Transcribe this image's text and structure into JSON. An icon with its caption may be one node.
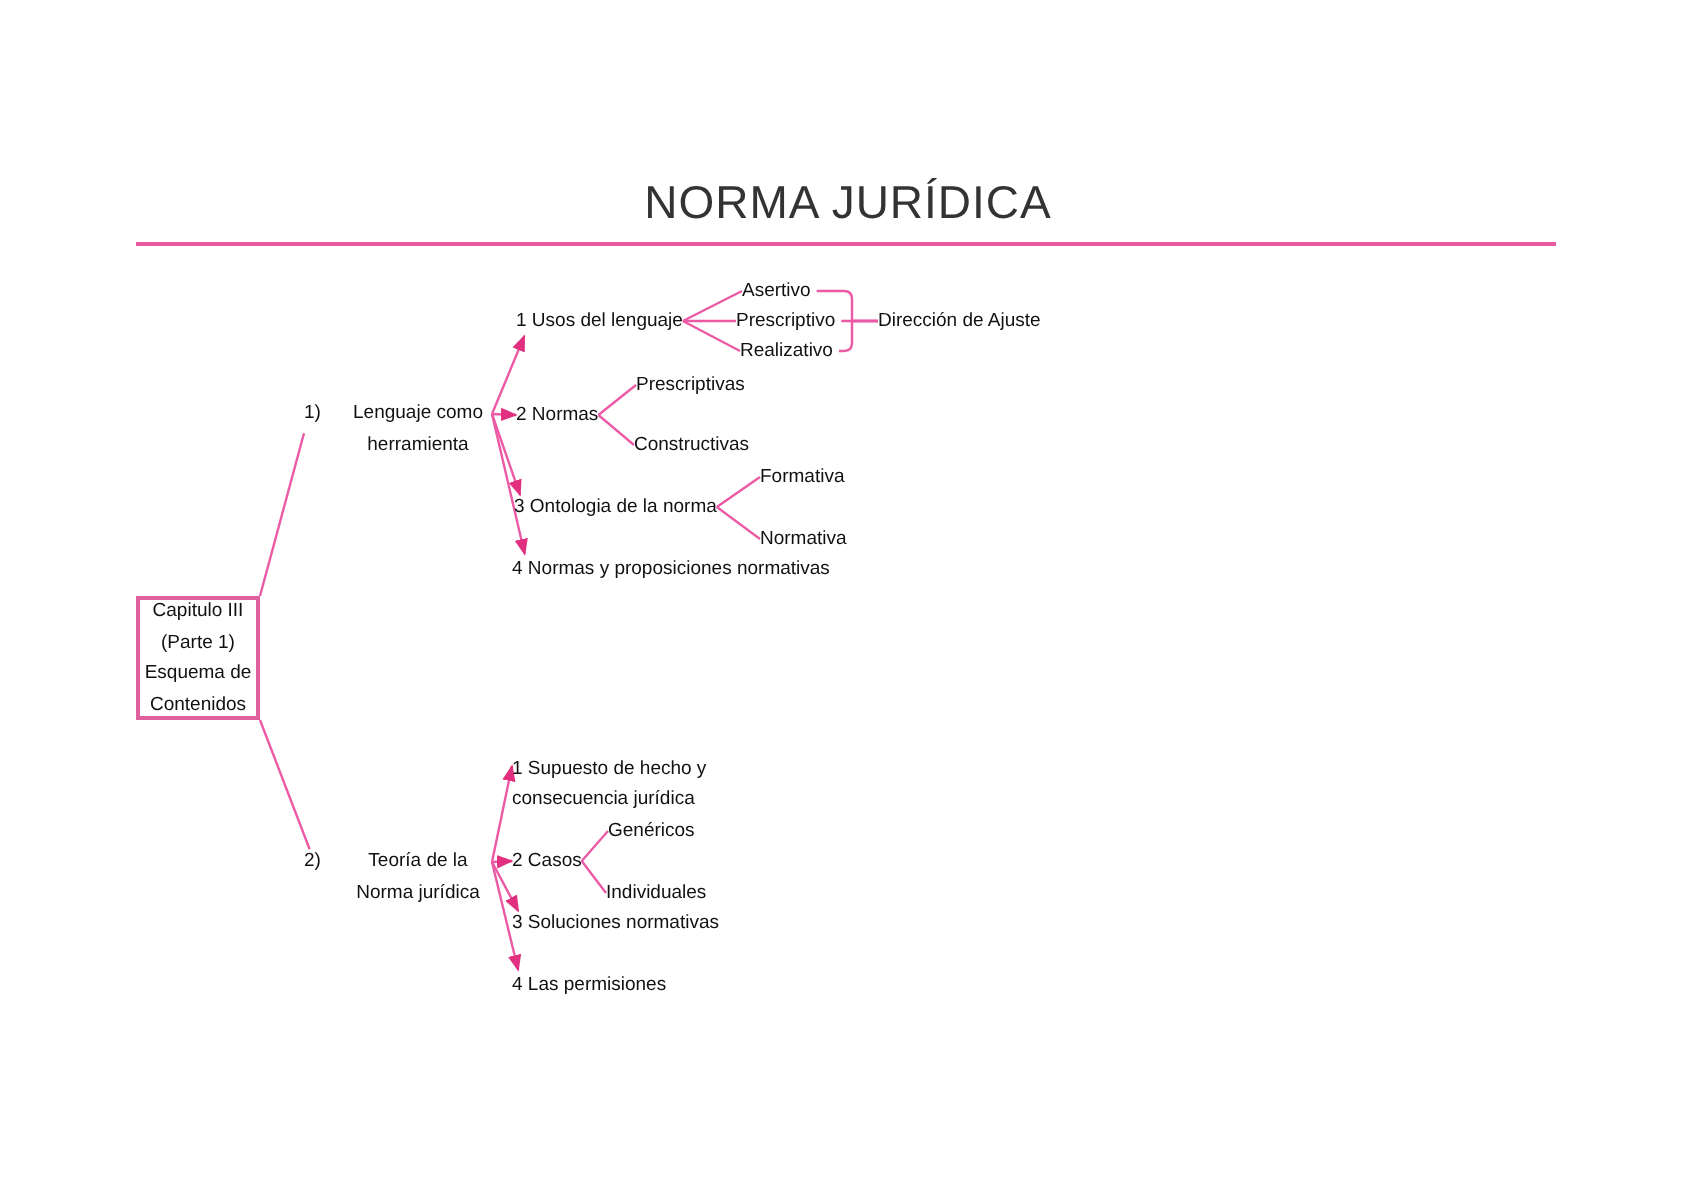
{
  "diagram": {
    "title": "NORMA JURÍDICA",
    "nodes": [
      {
        "text": [
          "Capitulo III (Parte 1) Esquema de Contenidos"
        ]
      },
      {
        "text": [
          "1)",
          "Lenguaje como herramienta"
        ]
      },
      {
        "text": [
          "1 Usos del lenguaje"
        ]
      },
      {
        "text": [
          "Asertivo"
        ]
      },
      {
        "text": [
          "Prescriptivo"
        ]
      },
      {
        "text": [
          "Realizativo"
        ]
      },
      {
        "text": [
          "Dirección de Ajuste"
        ]
      },
      {
        "text": [
          "2 Normas"
        ]
      },
      {
        "text": [
          "Prescriptivas"
        ]
      },
      {
        "text": [
          "Constructivas"
        ]
      },
      {
        "text": [
          "3 Ontologia de la norma"
        ]
      },
      {
        "text": [
          "Formativa"
        ]
      },
      {
        "text": [
          "Normativa"
        ]
      },
      {
        "text": [
          "4 Normas y proposiciones normativas"
        ]
      },
      {
        "text": [
          "2)",
          "Teoría de la Norma jurídica"
        ]
      },
      {
        "text": [
          "1 Supuesto de hecho y consecuencia jurídica"
        ]
      },
      {
        "text": [
          "2 Casos"
        ]
      },
      {
        "text": [
          "Genéricos"
        ]
      },
      {
        "text": [
          "Individuales"
        ]
      },
      {
        "text": [
          "3 Soluciones normativas"
        ]
      },
      {
        "text": [
          "4 Las permisiones"
        ]
      }
    ],
    "edges": [
      {
        "from": 0,
        "to": 1,
        "arrow": "none"
      },
      {
        "from": 0,
        "to": 14,
        "arrow": "none"
      },
      {
        "from": 1,
        "to": 2,
        "arrow": "to"
      },
      {
        "from": 1,
        "to": 7,
        "arrow": "to"
      },
      {
        "from": 1,
        "to": 10,
        "arrow": "to"
      },
      {
        "from": 1,
        "to": 13,
        "arrow": "to"
      },
      {
        "from": 2,
        "to": 3,
        "arrow": "none"
      },
      {
        "from": 2,
        "to": 4,
        "arrow": "none"
      },
      {
        "from": 2,
        "to": 5,
        "arrow": "none"
      },
      {
        "from": 3,
        "to": 6,
        "arrow": "none"
      },
      {
        "from": 4,
        "to": 6,
        "arrow": "none"
      },
      {
        "from": 5,
        "to": 6,
        "arrow": "none"
      },
      {
        "from": 7,
        "to": 8,
        "arrow": "none"
      },
      {
        "from": 7,
        "to": 9,
        "arrow": "none"
      },
      {
        "from": 10,
        "to": 11,
        "arrow": "none"
      },
      {
        "from": 10,
        "to": 12,
        "arrow": "none"
      },
      {
        "from": 14,
        "to": 15,
        "arrow": "to"
      },
      {
        "from": 14,
        "to": 16,
        "arrow": "to"
      },
      {
        "from": 14,
        "to": 19,
        "arrow": "to"
      },
      {
        "from": 14,
        "to": 20,
        "arrow": "to"
      },
      {
        "from": 16,
        "to": 17,
        "arrow": "none"
      },
      {
        "from": 16,
        "to": 18,
        "arrow": "none"
      }
    ]
  }
}
